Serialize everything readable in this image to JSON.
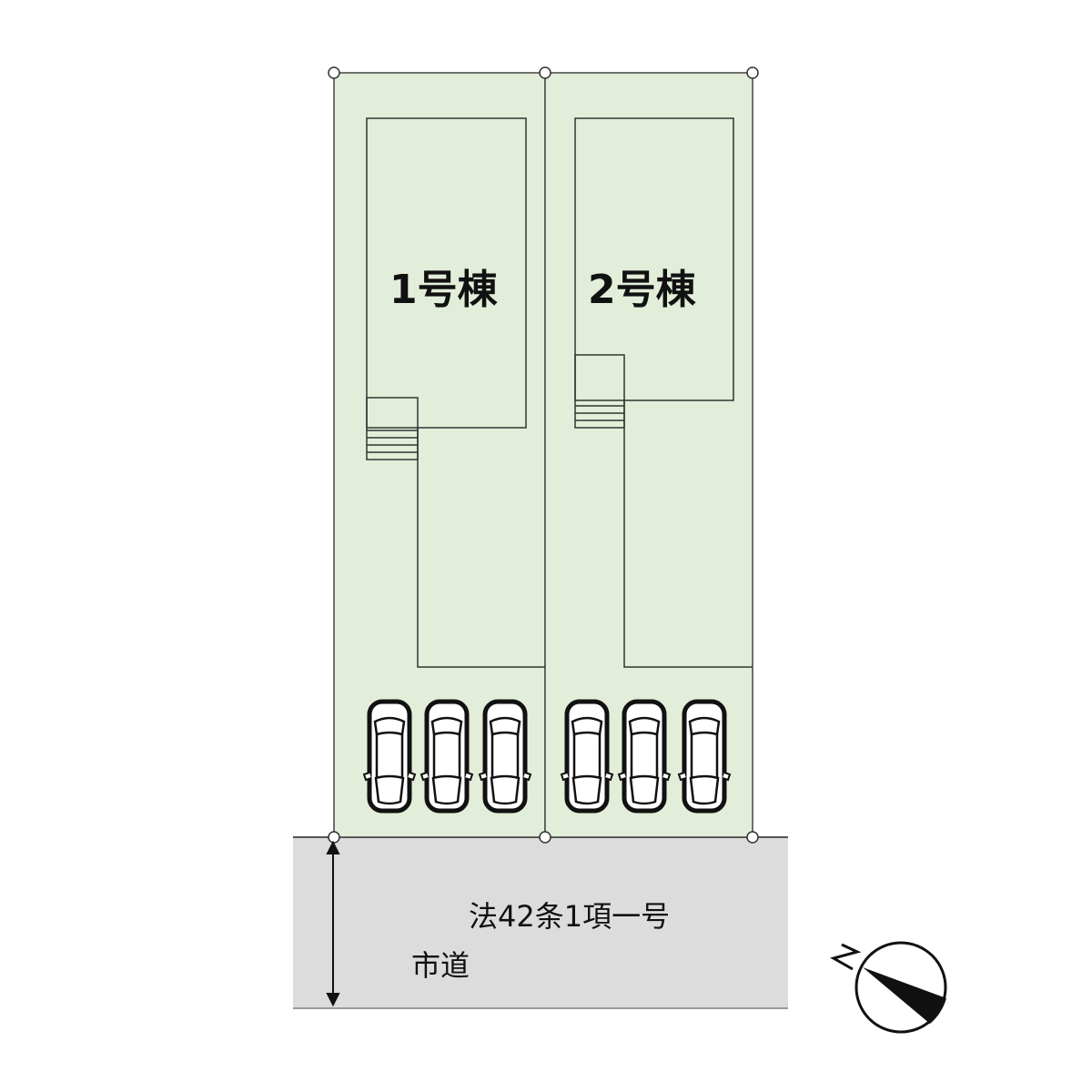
{
  "buildings": [
    {
      "label": "1号棟"
    },
    {
      "label": "2号棟"
    }
  ],
  "road": {
    "type": "法42条1項一号",
    "name": "市道"
  },
  "compass": {
    "north_label": "N"
  },
  "colors": {
    "lot": "#e2eed9",
    "road": "#dcdcdc",
    "line": "#333333"
  }
}
